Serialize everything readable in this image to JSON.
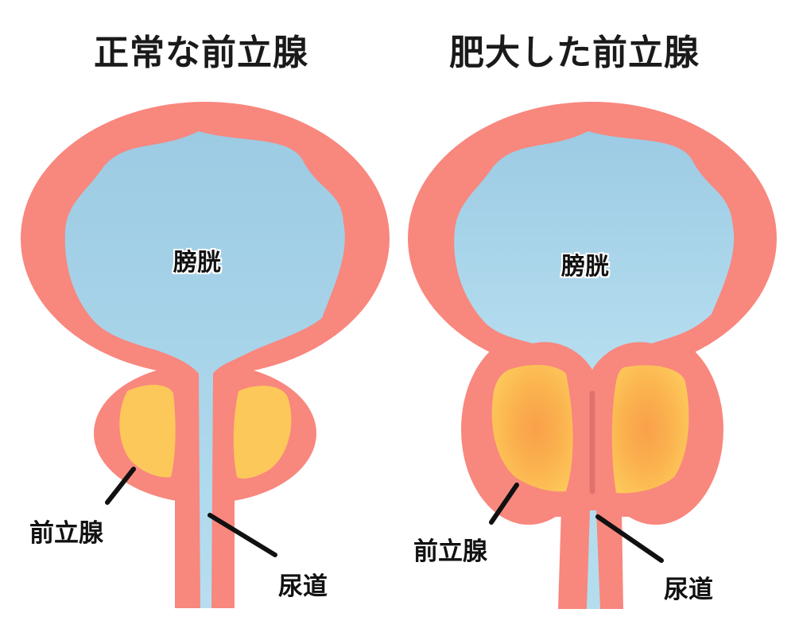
{
  "titles": {
    "normal": "正常な前立腺",
    "enlarged": "肥大した前立腺"
  },
  "normal_diagram": {
    "bladder_label": "膀胱",
    "prostate_label": "前立腺",
    "urethra_label": "尿道"
  },
  "enlarged_diagram": {
    "bladder_label": "膀胱",
    "prostate_label": "前立腺",
    "urethra_label": "尿道"
  },
  "colors": {
    "wall": "#f8877e",
    "bladder_top": "#9ccbe3",
    "bladder_bottom": "#b6def0",
    "prostate_normal": "#fdc85a",
    "prostate_enlarged_center": "#f9a04a",
    "prostate_enlarged_edge": "#fdc85a",
    "urethra": "#b3dded",
    "compressed_urethra": "#e0716d",
    "leader_line": "#111111"
  }
}
